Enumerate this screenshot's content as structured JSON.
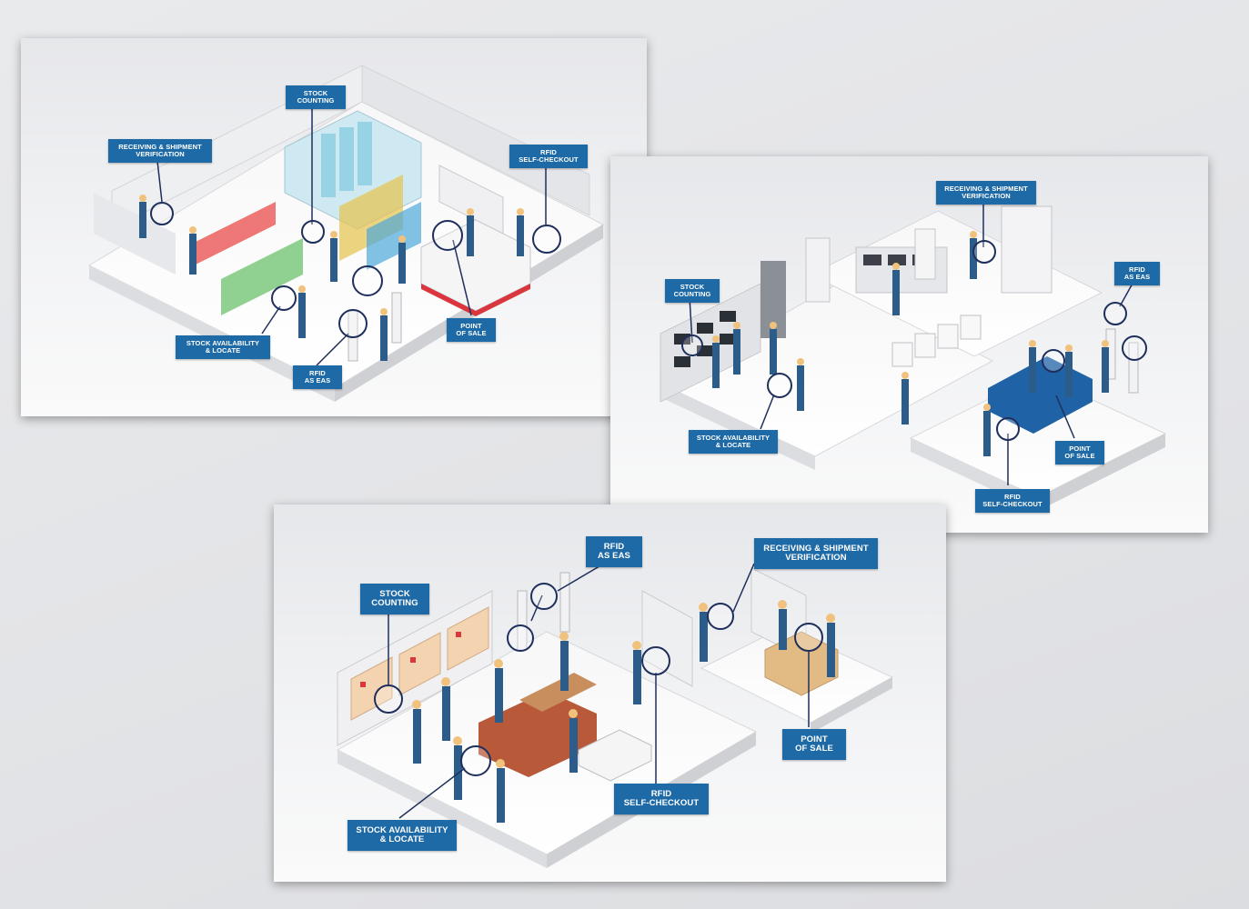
{
  "scenes": [
    {
      "id": "grocery",
      "labels": {
        "stock_counting": "STOCK\nCOUNTING",
        "receiving": "RECEIVING & SHIPMENT\nVERIFICATION",
        "self_checkout": "RFID\nSELF-CHECKOUT",
        "point_of_sale": "POINT\nOF SALE",
        "stock_availability": "STOCK AVAILABILITY\n& LOCATE",
        "rfid_eas": "RFID\nAS EAS"
      }
    },
    {
      "id": "electronics",
      "labels": {
        "receiving": "RECEIVING & SHIPMENT\nVERIFICATION",
        "stock_counting": "STOCK\nCOUNTING",
        "rfid_eas": "RFID\nAS EAS",
        "stock_availability": "STOCK AVAILABILITY\n& LOCATE",
        "point_of_sale": "POINT\nOF SALE",
        "self_checkout": "RFID\nSELF-CHECKOUT"
      }
    },
    {
      "id": "hardware",
      "labels": {
        "rfid_eas": "RFID\nAS EAS",
        "receiving": "RECEIVING & SHIPMENT\nVERIFICATION",
        "stock_counting": "STOCK\nCOUNTING",
        "point_of_sale": "POINT\nOF SALE",
        "self_checkout": "RFID\nSELF-CHECKOUT",
        "stock_availability": "STOCK AVAILABILITY\n& LOCATE"
      }
    }
  ],
  "colors": {
    "label_bg": "#1e6aa6",
    "label_text": "#ffffff",
    "leader_line": "#1f2f5c",
    "floor": "#ffffff",
    "wall": "#f0f0f2"
  }
}
